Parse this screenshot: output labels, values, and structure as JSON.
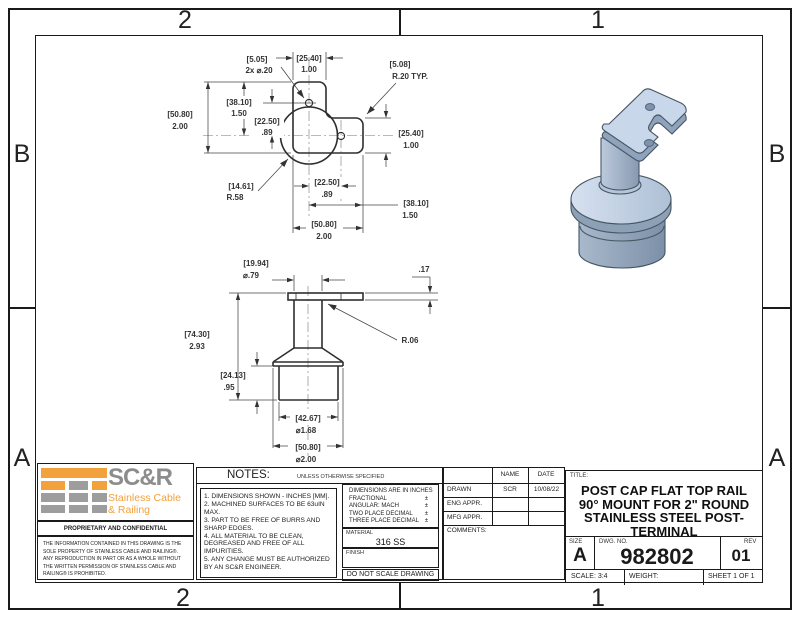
{
  "zones": {
    "top_left": "2",
    "top_right": "1",
    "bottom_left": "2",
    "bottom_right": "1",
    "left_top": "B",
    "left_bottom": "A",
    "right_top": "B",
    "right_bottom": "A"
  },
  "top_view": {
    "dim_hole": {
      "mm": "[5.05]",
      "in": "2x ⌀.20"
    },
    "dim_arm_width": {
      "mm": "[25.40]",
      "in": "1.00"
    },
    "dim_corner": {
      "mm": "[5.08]",
      "in": "R.20  TYP."
    },
    "dim_overall_h": {
      "mm": "[50.80]",
      "in": "2.00"
    },
    "dim_mid_h": {
      "mm": "[38.10]",
      "in": "1.50"
    },
    "dim_hole_off_v": {
      "mm": "[22.50]",
      "in": ".89"
    },
    "dim_arm_height": {
      "mm": "[25.40]",
      "in": "1.00"
    },
    "dim_radius": {
      "mm": "[14.61]",
      "in": "R.58"
    },
    "dim_hole_off_h": {
      "mm": "[22.50]",
      "in": ".89"
    },
    "dim_mid_w": {
      "mm": "[38.10]",
      "in": "1.50"
    },
    "dim_overall_w": {
      "mm": "[50.80]",
      "in": "2.00"
    }
  },
  "side_view": {
    "dim_stem_dia": {
      "mm": "[19.94]",
      "in": "⌀.79"
    },
    "dim_plate_thk": {
      "in": ".17"
    },
    "dim_overall_h": {
      "mm": "[74.30]",
      "in": "2.93"
    },
    "dim_fillet": {
      "in": "R.06"
    },
    "dim_base_h": {
      "mm": "[24.13]",
      "in": ".95"
    },
    "dim_inner_dia": {
      "mm": "[42.67]",
      "in": "⌀1.68"
    },
    "dim_outer_dia": {
      "mm": "[50.80]",
      "in": "⌀2.00"
    }
  },
  "logo": {
    "name": "SC&R",
    "sub1": "Stainless Cable",
    "sub2": "& Railing",
    "confidential": "PROPRIETARY AND CONFIDENTIAL",
    "legal": "THE INFORMATION CONTAINED IN THIS DRAWING IS THE SOLE PROPERTY OF STAINLESS CABLE AND RAILING®. ANY REPRODUCTION IN PART OR AS A WHOLE WITHOUT THE WRITTEN PERMISSION OF STAINLESS CABLE AND RAILING® IS PROHIBITED."
  },
  "notes": {
    "heading": "NOTES:",
    "unless": "UNLESS OTHERWISE SPECIFIED",
    "items": [
      "1. DIMENSIONS SHOWN - INCHES [MM].",
      "2. MACHINED SURFACES TO BE 63uIN MAX.",
      "3. PART TO BE FREE OF BURRS AND SHARP EDGES.",
      "4. ALL MATERIAL TO BE CLEAN, DEGREASED AND FREE OF ALL IMPURITIES.",
      "5. ANY CHANGE MUST BE AUTHORIZED BY AN SC&R ENGINEER."
    ]
  },
  "tolerances": {
    "line1": "DIMENSIONS ARE IN INCHES",
    "rows": [
      {
        "label": "FRACTIONAL",
        "pm": "±"
      },
      {
        "label": "ANGULAR: MACH",
        "pm": "±"
      },
      {
        "label": "TWO PLACE DECIMAL",
        "pm": "±"
      },
      {
        "label": "THREE PLACE DECIMAL",
        "pm": "±"
      }
    ],
    "material_label": "MATERIAL",
    "material": "316 SS",
    "finish_label": "FINISH",
    "no_scale": "DO NOT SCALE DRAWING"
  },
  "approvals": {
    "name_header": "NAME",
    "date_header": "DATE",
    "rows": [
      {
        "label": "DRAWN",
        "name": "SCR",
        "date": "10/08/22"
      },
      {
        "label": "ENG APPR.",
        "name": "",
        "date": ""
      },
      {
        "label": "MFG APPR.",
        "name": "",
        "date": ""
      }
    ],
    "comments_label": "COMMENTS:"
  },
  "titleblock": {
    "title_label": "TITLE:",
    "title_lines": [
      "POST CAP FLAT TOP RAIL",
      "90° MOUNT FOR 2\" ROUND",
      "STAINLESS STEEL POST-",
      "TERMINAL"
    ],
    "size_label": "SIZE",
    "size": "A",
    "dwg_label": "DWG.  NO.",
    "dwg_no": "982802",
    "rev_label": "REV",
    "rev": "01",
    "scale": "SCALE: 3:4",
    "weight": "WEIGHT:",
    "sheet": "SHEET 1 OF 1"
  },
  "colors": {
    "brand_orange": "#F2A13C",
    "brand_gray": "#9D9D9D",
    "part_light": "#C9D7EB",
    "part_mid": "#9FB2C8",
    "part_dark": "#8196AE",
    "line": "#333333"
  }
}
